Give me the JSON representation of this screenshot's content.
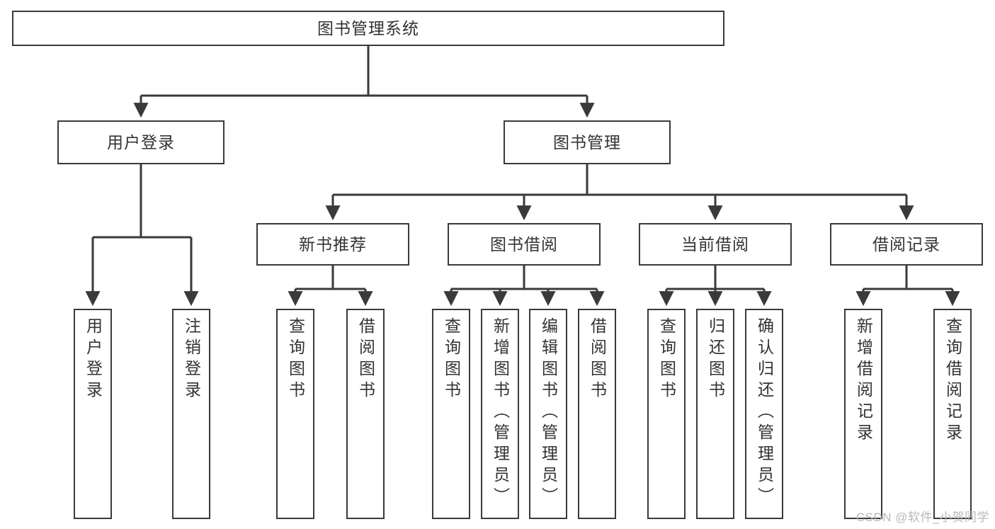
{
  "diagram": {
    "title": "图书管理系统",
    "watermark": "CSDN @软件_小贺同学",
    "colors": {
      "box_border": "#3a3a3a",
      "connector": "#3a3a3a",
      "text": "#333333",
      "background": "#ffffff",
      "watermark": "#b9b9b9"
    },
    "levels": {
      "root": {
        "label": "图书管理系统"
      },
      "level2": [
        {
          "label": "用户登录"
        },
        {
          "label": "图书管理"
        }
      ],
      "level3": [
        {
          "label": "新书推荐"
        },
        {
          "label": "图书借阅"
        },
        {
          "label": "当前借阅"
        },
        {
          "label": "借阅记录"
        }
      ],
      "leaves": {
        "user_login": [
          {
            "label": "用户登录"
          },
          {
            "label": "注销登录"
          }
        ],
        "new_book_recommend": [
          {
            "label": "查询图书"
          },
          {
            "label": "借阅图书"
          }
        ],
        "book_borrow": [
          {
            "label": "查询图书"
          },
          {
            "label": "新增图书（管理员）"
          },
          {
            "label": "编辑图书（管理员）"
          },
          {
            "label": "借阅图书"
          }
        ],
        "current_borrow": [
          {
            "label": "查询图书"
          },
          {
            "label": "归还图书"
          },
          {
            "label": "确认归还（管理员）"
          }
        ],
        "borrow_record": [
          {
            "label": "新增借阅记录"
          },
          {
            "label": "查询借阅记录"
          }
        ]
      }
    }
  }
}
